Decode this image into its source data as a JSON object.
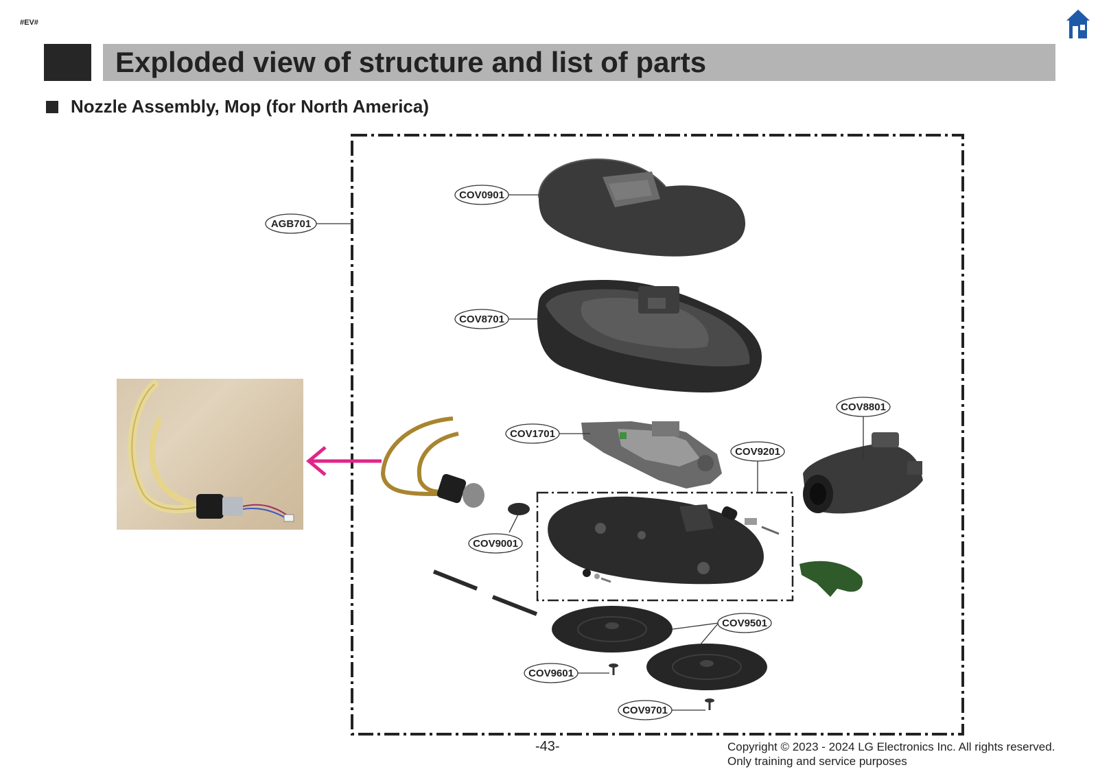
{
  "header": {
    "tag": "#EV#",
    "title": "Exploded view of structure and list of parts",
    "subtitle": "Nozzle Assembly, Mop (for North America)"
  },
  "diagram": {
    "callouts": {
      "cov0901": "COV0901",
      "agb701": "AGB701",
      "cov8701": "COV8701",
      "cov8801": "COV8801",
      "cov1701": "COV1701",
      "cov9201": "COV9201",
      "cov9001": "COV9001",
      "cov9501": "COV9501",
      "cov9601": "COV9601",
      "cov9701": "COV9701"
    },
    "arrow_color": "#e0258a",
    "board_color": "#2f5a2a"
  },
  "footer": {
    "page": "-43-",
    "copyright_line1": "Copyright © 2023 - 2024 LG Electronics Inc. All rights reserved.",
    "copyright_line2": "Only training and service purposes"
  }
}
